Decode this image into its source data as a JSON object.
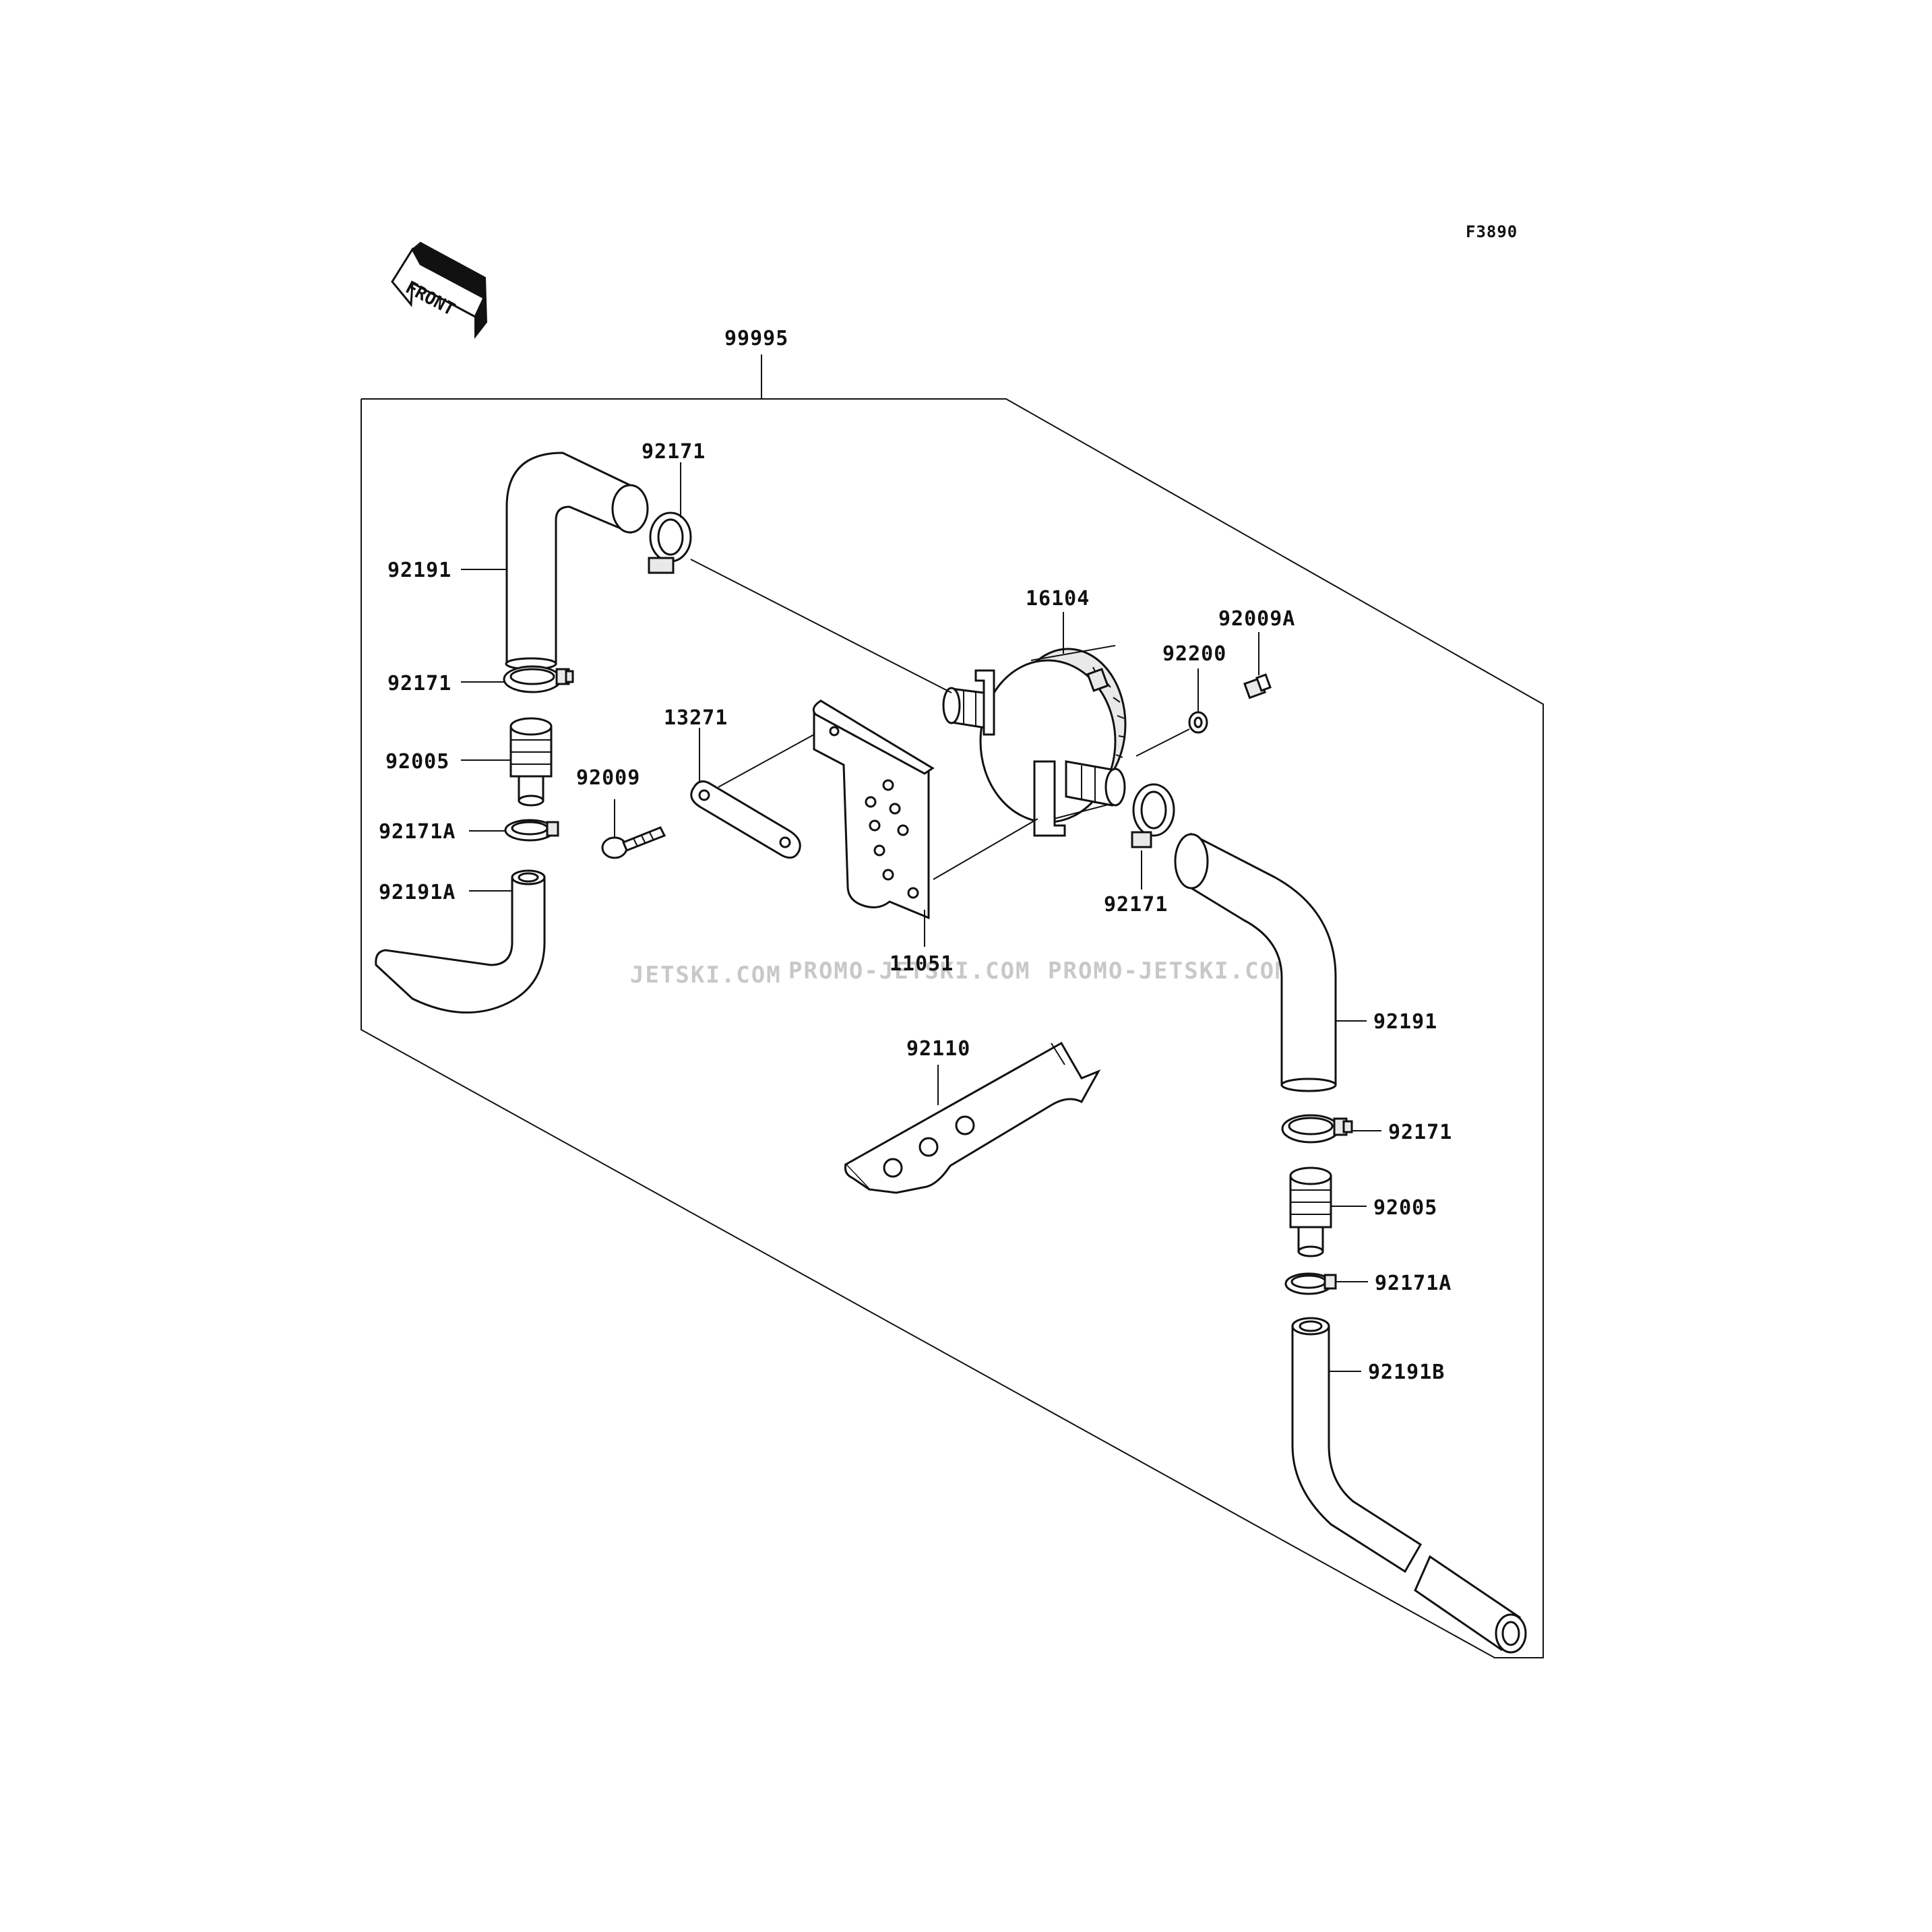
{
  "figure_id": "F3890",
  "front_label": "FRONT",
  "watermarks": [
    "JETSKI.COM",
    "PROMO-JETSKI.COM",
    "PROMO-JETSKI.COM"
  ],
  "callouts": {
    "kit": "99995",
    "clamp_top": "92171",
    "hose_top_left": "92191",
    "clamp_left_1": "92171",
    "fitting_left": "92005",
    "bolt": "92009",
    "plate": "13271",
    "clamp_left_small": "92171A",
    "hose_left_lower": "92191A",
    "strainer": "16104",
    "washer": "92200",
    "plug_bolt": "92009A",
    "clamp_mid_right": "92171",
    "bracket": "11051",
    "hose_right_upper": "92191",
    "holder": "92110",
    "clamp_right_1": "92171",
    "fitting_right": "92005",
    "clamp_right_small": "92171A",
    "hose_right_lower": "92191B"
  }
}
